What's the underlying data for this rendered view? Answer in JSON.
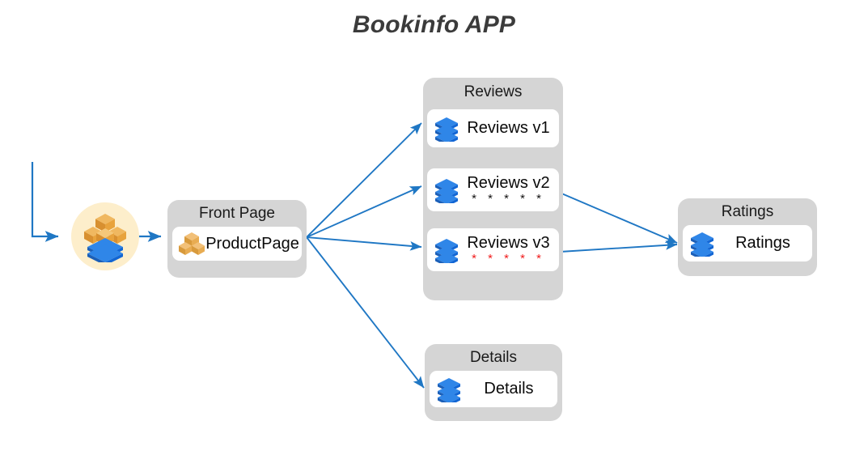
{
  "title": "Bookinfo APP",
  "colors": {
    "group_bg": "#d5d5d5",
    "node_bg": "#ffffff",
    "edge": "#1f77c4",
    "entry_badge_bg": "#fdeecb",
    "stack_blue": "#1266d4",
    "cube_orange": "#e8a33d",
    "stars_black": "#111111",
    "stars_red": "#f01b1b",
    "title_color": "#3b3b3b"
  },
  "entry": {
    "name": "ingress-gateway",
    "icon": "istio-gateway-icon"
  },
  "groups": [
    {
      "id": "front-page",
      "label": "Front Page",
      "nodes": [
        {
          "id": "productpage",
          "label": "ProductPage",
          "icon": "cubes-icon",
          "stars": "",
          "stars_color": ""
        }
      ]
    },
    {
      "id": "reviews",
      "label": "Reviews",
      "nodes": [
        {
          "id": "reviews-v1",
          "label": "Reviews v1",
          "icon": "stack-icon",
          "stars": "",
          "stars_color": ""
        },
        {
          "id": "reviews-v2",
          "label": "Reviews v2",
          "icon": "stack-icon",
          "stars": "* * * * *",
          "stars_color": "black"
        },
        {
          "id": "reviews-v3",
          "label": "Reviews v3",
          "icon": "stack-icon",
          "stars": "* * * * *",
          "stars_color": "red"
        }
      ]
    },
    {
      "id": "ratings",
      "label": "Ratings",
      "nodes": [
        {
          "id": "ratings-svc",
          "label": "Ratings",
          "icon": "stack-icon",
          "stars": "",
          "stars_color": ""
        }
      ]
    },
    {
      "id": "details",
      "label": "Details",
      "nodes": [
        {
          "id": "details-svc",
          "label": "Details",
          "icon": "stack-icon",
          "stars": "",
          "stars_color": ""
        }
      ]
    }
  ],
  "edges": [
    {
      "id": "ingress-to-gateway",
      "from": "external",
      "to": "entry"
    },
    {
      "id": "gateway-to-productpage",
      "from": "entry",
      "to": "productpage"
    },
    {
      "id": "productpage-to-reviews-v1",
      "from": "productpage",
      "to": "reviews-v1"
    },
    {
      "id": "productpage-to-reviews-v2",
      "from": "productpage",
      "to": "reviews-v2"
    },
    {
      "id": "productpage-to-reviews-v3",
      "from": "productpage",
      "to": "reviews-v3"
    },
    {
      "id": "productpage-to-details",
      "from": "productpage",
      "to": "details-svc"
    },
    {
      "id": "reviews-v2-to-ratings",
      "from": "reviews-v2",
      "to": "ratings-svc"
    },
    {
      "id": "reviews-v3-to-ratings",
      "from": "reviews-v3",
      "to": "ratings-svc"
    }
  ]
}
